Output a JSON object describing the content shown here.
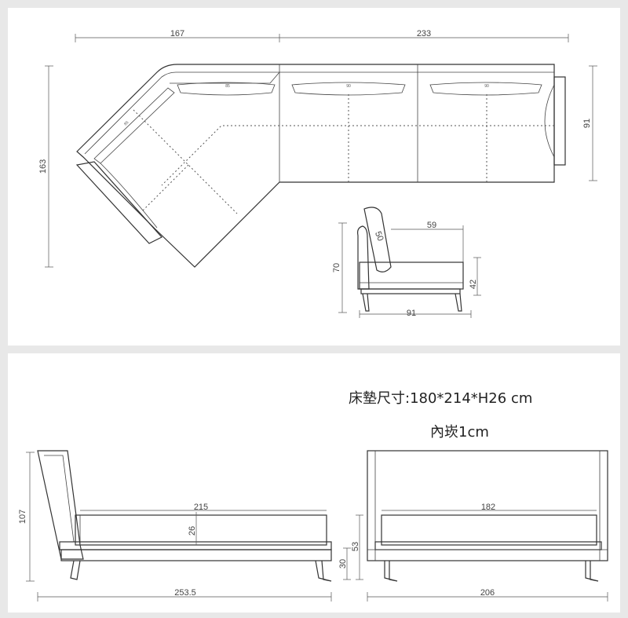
{
  "sofa": {
    "dims": {
      "width_left": "167",
      "width_right": "233",
      "depth_left": "163",
      "depth_right": "91",
      "cushion_a": "85",
      "cushion_b": "85",
      "cushion_c": "90",
      "cushion_d": "90"
    },
    "side": {
      "back_height": "70",
      "seat_depth": "59",
      "back_cushion": "50",
      "seat_height": "42",
      "depth": "91"
    }
  },
  "bed": {
    "mattress_spec": "床墊尺寸:180*214*H26 cm",
    "inner_note": "內崁1cm",
    "side": {
      "headboard_height": "107",
      "mattress_length": "215",
      "mattress_thickness": "26",
      "base_height": "30",
      "frame_height": "53",
      "total_length": "253.5"
    },
    "front": {
      "mattress_width": "182",
      "total_width": "206"
    }
  },
  "colors": {
    "line": "#333333",
    "background": "#e8e8e8",
    "panel": "#ffffff"
  }
}
